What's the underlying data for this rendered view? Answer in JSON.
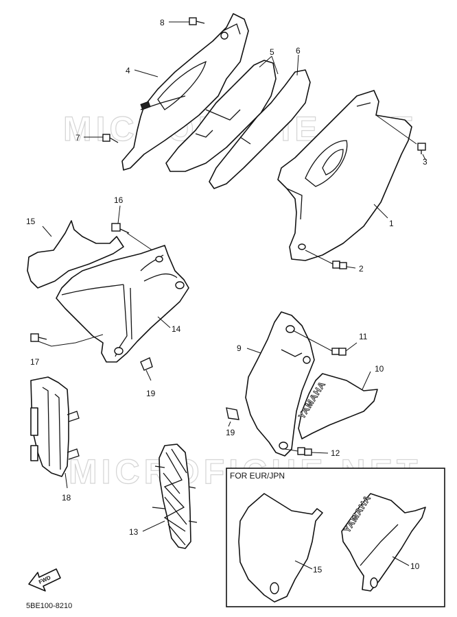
{
  "watermark": "MICROFICHE.NET",
  "catalog_code": "5BE100-8210",
  "fwd_label": "FWD",
  "decal_text": "YAMAHA",
  "inset": {
    "title": "FOR EUR/JPN"
  },
  "callouts": [
    {
      "id": "c1",
      "label": "1"
    },
    {
      "id": "c2",
      "label": "2"
    },
    {
      "id": "c3",
      "label": "3"
    },
    {
      "id": "c4",
      "label": "4"
    },
    {
      "id": "c5",
      "label": "5"
    },
    {
      "id": "c6",
      "label": "6"
    },
    {
      "id": "c7",
      "label": "7"
    },
    {
      "id": "c8",
      "label": "8"
    },
    {
      "id": "c9",
      "label": "9"
    },
    {
      "id": "c10",
      "label": "10"
    },
    {
      "id": "c11",
      "label": "11"
    },
    {
      "id": "c12",
      "label": "12"
    },
    {
      "id": "c13",
      "label": "13"
    },
    {
      "id": "c14",
      "label": "14"
    },
    {
      "id": "c15",
      "label": "15"
    },
    {
      "id": "c16",
      "label": "16"
    },
    {
      "id": "c17",
      "label": "17"
    },
    {
      "id": "c18",
      "label": "18"
    },
    {
      "id": "c19a",
      "label": "19"
    },
    {
      "id": "c19b",
      "label": "19"
    },
    {
      "id": "c15b",
      "label": "15"
    },
    {
      "id": "c10b",
      "label": "10"
    }
  ]
}
